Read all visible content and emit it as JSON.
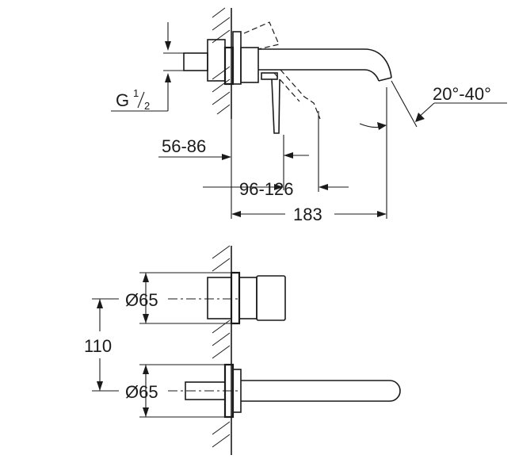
{
  "labels": {
    "thread": "G",
    "thread_num": "1",
    "thread_den": "2",
    "angle": "20°-40°",
    "depth_range": "56-86",
    "lever_range": "96-126",
    "spout_length": "183",
    "diameter_top": "Ø65",
    "center_distance": "110",
    "diameter_bottom": "Ø65"
  },
  "colors": {
    "line": "#1a1a1a",
    "background": "#ffffff"
  }
}
